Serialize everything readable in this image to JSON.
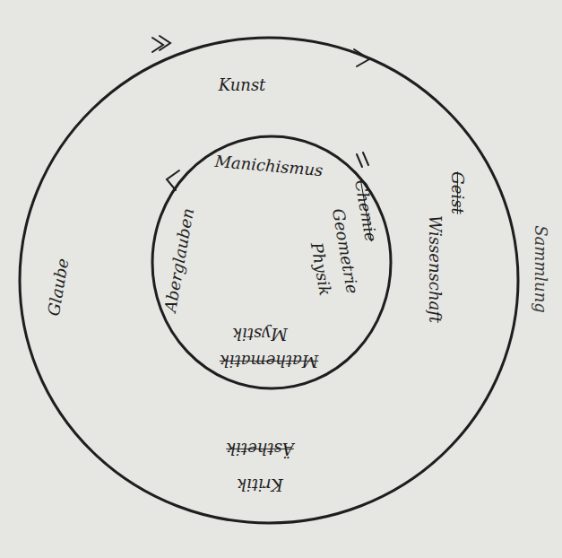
{
  "diagram": {
    "nodes": [
      {
        "text": [
          "Kunst",
          "Glaube",
          "Geist",
          "Wissenschaft",
          "Ästhetik",
          "Kritik"
        ]
      },
      {
        "text": [
          "Manichismus",
          "Aberglauben",
          "Chemie",
          "Geometrie",
          "Physik",
          "Mathematik",
          "Mystik"
        ],
        "in": 0
      }
    ],
    "labels": [
      "Sammlung"
    ]
  }
}
